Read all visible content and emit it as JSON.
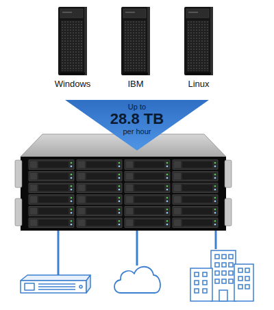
{
  "diagram": {
    "nodes": [
      {
        "text": [
          "Windows"
        ]
      },
      {
        "text": [
          "IBM"
        ]
      },
      {
        "text": [
          "Linux"
        ]
      },
      {
        "text": [
          "Up to",
          "28.8 TB",
          "per hour"
        ]
      }
    ]
  }
}
